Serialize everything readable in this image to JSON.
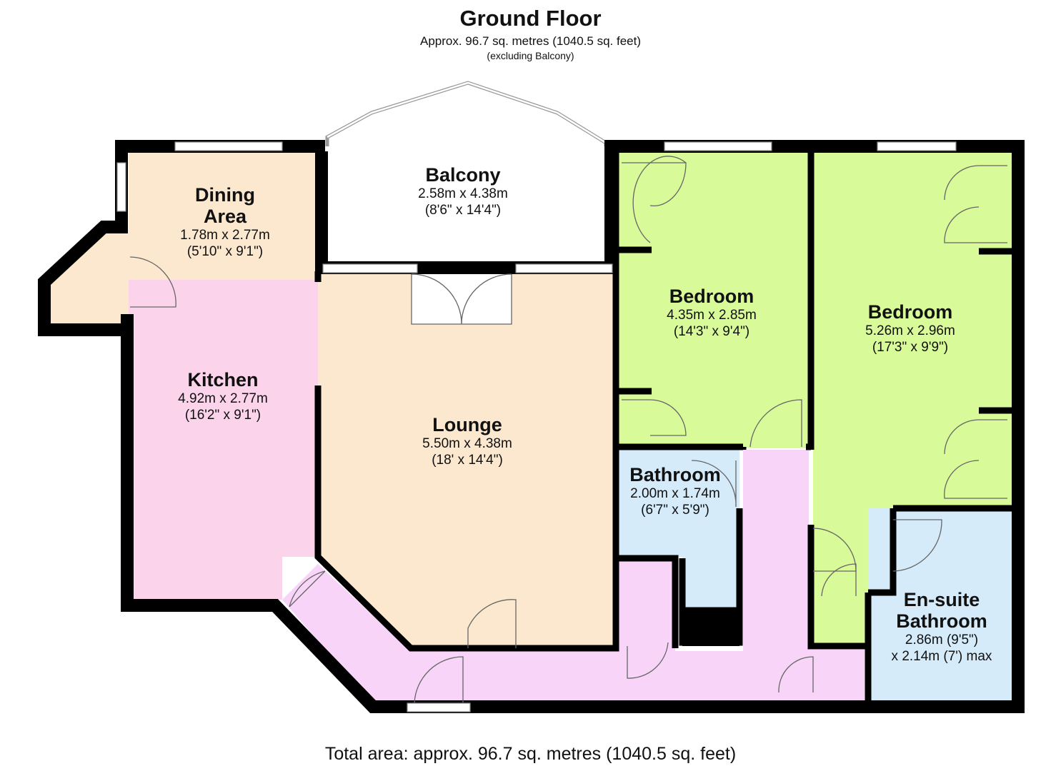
{
  "header": {
    "title": "Ground Floor",
    "subtitle": "Approx. 96.7 sq. metres (1040.5 sq. feet)",
    "note": "(excluding Balcony)"
  },
  "rooms": {
    "dining": {
      "name1": "Dining",
      "name2": "Area",
      "metric": "1.78m x 2.77m",
      "imperial": "(5'10\" x 9'1\")"
    },
    "balcony": {
      "name": "Balcony",
      "metric": "2.58m x 4.38m",
      "imperial": "(8'6\" x 14'4\")"
    },
    "bedroom1": {
      "name": "Bedroom",
      "metric": "4.35m x 2.85m",
      "imperial": "(14'3\" x 9'4\")"
    },
    "bedroom2": {
      "name": "Bedroom",
      "metric": "5.26m x 2.96m",
      "imperial": "(17'3\" x 9'9\")"
    },
    "kitchen": {
      "name": "Kitchen",
      "metric": "4.92m x 2.77m",
      "imperial": "(16'2\" x 9'1\")"
    },
    "lounge": {
      "name": "Lounge",
      "metric": "5.50m x 4.38m",
      "imperial": "(18' x 14'4\")"
    },
    "bathroom": {
      "name": "Bathroom",
      "metric": "2.00m x 1.74m",
      "imperial": "(6'7\" x 5'9\")"
    },
    "ensuite": {
      "name1": "En-suite",
      "name2": "Bathroom",
      "line1": "2.86m (9'5\")",
      "line2": "x 2.14m (7') max"
    }
  },
  "footer": {
    "total": "Total area: approx. 96.7 sq. metres (1040.5 sq. feet)"
  },
  "colors": {
    "beige": "#fbe8cf",
    "pink": "#fbd4ec",
    "hall": "#f8d5f8",
    "green": "#d9fa98",
    "blue": "#d5ebfa",
    "wall": "#000000"
  }
}
